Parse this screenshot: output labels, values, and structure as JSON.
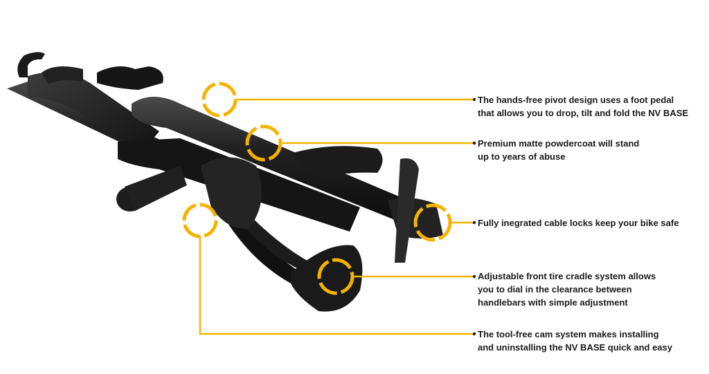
{
  "callouts": [
    {
      "lines": [
        "The hands-free pivot design uses a foot pedal",
        "that allows you to drop, tilt and fold the NV BASE"
      ]
    },
    {
      "lines": [
        "Premium matte powdercoat will stand",
        "up to years of abuse"
      ]
    },
    {
      "lines": [
        "Fully inegrated cable locks keep your bike safe"
      ]
    },
    {
      "lines": [
        "Adjustable front tire cradle system allows",
        "you to dial in the clearance between",
        "handlebars with simple adjustment"
      ]
    },
    {
      "lines": [
        "The tool-free cam system makes installing",
        "and uninstalling the NV BASE quick and easy"
      ]
    }
  ],
  "colors": {
    "accent": "#f5b300",
    "rack": "#1b1b1b",
    "rack_highlight": "#3a3a3a",
    "text": "#1a1a1a"
  },
  "icons": [
    "hotspot-ring-icon",
    "bullet-dot-icon"
  ]
}
